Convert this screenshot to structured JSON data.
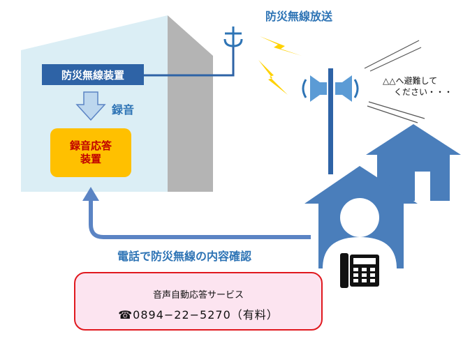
{
  "labels": {
    "broadcast": "防災無線放送",
    "device": "防災無線装置",
    "recording": "録音",
    "responder_line1": "録音応答",
    "responder_line2": "装置",
    "evacuate_line1": "△△へ避難して",
    "evacuate_line2": "ください・・・",
    "phone_check": "電話で防災無線の内容確認"
  },
  "service": {
    "title": "音声自動応答サービス",
    "phone_icon": "☎",
    "number": "0894−22−5270（有料）"
  },
  "colors": {
    "building_front": "#dbeef5",
    "building_side": "#b4b4b4",
    "device_box": "#2e63a6",
    "responder_box": "#ffc000",
    "responder_text": "#c00000",
    "arrow": "#5b84c4",
    "house": "#4a7ebb",
    "lightning": "#ffd200",
    "service_border": "#e0181e",
    "service_bg": "#fce4f0",
    "label_text": "#2e74b5"
  },
  "icons": [
    "antenna-icon",
    "lightning-icon",
    "speaker-icon",
    "house-icon",
    "person-icon",
    "telephone-icon"
  ]
}
